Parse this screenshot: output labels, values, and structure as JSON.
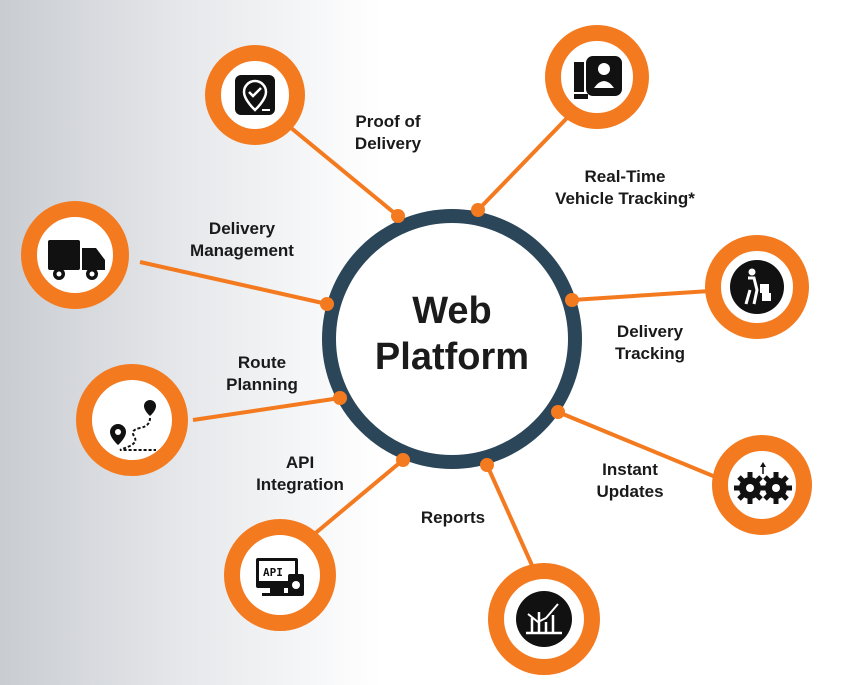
{
  "center": {
    "line1": "Web",
    "line2": "Platform"
  },
  "colors": {
    "accent": "#f47a20",
    "ring": "#2c4659",
    "icon_bg": "#111111"
  },
  "features": [
    {
      "id": "proof",
      "line1": "Proof of",
      "line2": "Delivery",
      "icon": "map-pin-check-icon"
    },
    {
      "id": "tracking",
      "line1": "Real-Time",
      "line2": "Vehicle Tracking*",
      "icon": "driver-id-icon"
    },
    {
      "id": "delivery-mgmt",
      "line1": "Delivery",
      "line2": "Management",
      "icon": "truck-icon"
    },
    {
      "id": "delivery-tracking",
      "line1": "Delivery",
      "line2": "Tracking",
      "icon": "hand-truck-icon"
    },
    {
      "id": "route",
      "line1": "Route",
      "line2": "Planning",
      "icon": "route-pins-icon"
    },
    {
      "id": "updates",
      "line1": "Instant",
      "line2": "Updates",
      "icon": "gears-icon"
    },
    {
      "id": "api",
      "line1": "API",
      "line2": "Integration",
      "icon": "api-monitor-icon"
    },
    {
      "id": "reports",
      "line1": "Reports",
      "line2": "",
      "icon": "chart-icon"
    }
  ]
}
